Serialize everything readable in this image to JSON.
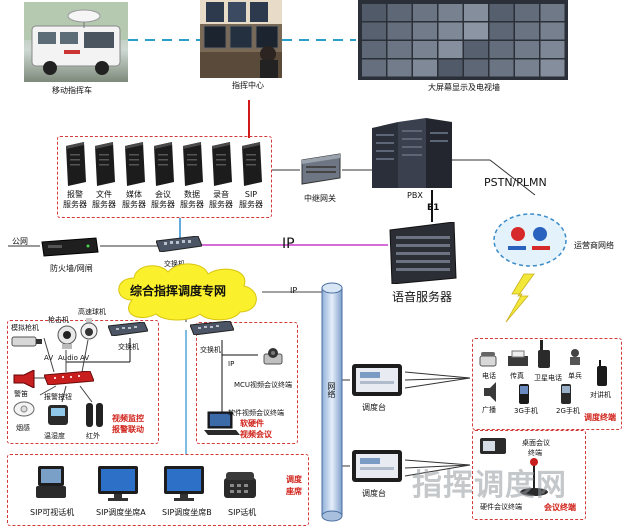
{
  "top": {
    "vehicle_caption": "移动指挥车",
    "command_caption": "指挥中心",
    "wall_caption": "大屏幕显示及电视墙"
  },
  "servers": [
    {
      "line1": "报警",
      "line2": "服务器"
    },
    {
      "line1": "文件",
      "line2": "服务器"
    },
    {
      "line1": "媒体",
      "line2": "服务器"
    },
    {
      "line1": "会议",
      "line2": "服务器"
    },
    {
      "line1": "数据",
      "line2": "服务器"
    },
    {
      "line1": "录音",
      "line2": "服务器"
    },
    {
      "line1": "SIP",
      "line2": "服务器"
    }
  ],
  "middle": {
    "trunk_gateway": "中继网关",
    "pbx": "PBX",
    "e1": "E1",
    "pstn": "PSTN/PLMN",
    "carrier_network": "运营商网络",
    "public_network": "公网",
    "firewall": "防火墙/网闸",
    "switch": "交换机",
    "ip_label": "IP",
    "voice_server": "语音服务器",
    "core_network": "综合指挥调度专网",
    "ip_label_small": "IP"
  },
  "video": {
    "analog_camera": "模拟枪机",
    "gun_camera": "枪击机",
    "dome_camera": "高速球机",
    "av": "AV",
    "audio": "Audio",
    "av2": "AV",
    "alarm": "警笛",
    "panic_button": "报警按钮",
    "smoke": "烟感",
    "temperature": "温湿度",
    "infrared": "红外",
    "switch": "交换机",
    "section_line1": "视频监控",
    "section_line2": "报警联动"
  },
  "conference": {
    "switch": "交换机",
    "ip": "IP",
    "mcu_terminal": "MCU视频会议终端",
    "soft_terminal": "软件视频会议终端",
    "section_line1": "软硬件",
    "section_line2": "视频会议"
  },
  "center": {
    "network": "网络",
    "console1": "调度台",
    "console2": "调度台"
  },
  "terminals": {
    "phone": "电话",
    "fax": "传真",
    "satellite_phone": "卫星电话",
    "walkie_single": "单兵",
    "intercom": "对讲机",
    "broadcast": "广播",
    "mobile_3g": "3G手机",
    "mobile_2g": "2G手机",
    "section": "调度终端"
  },
  "meeting": {
    "desktop_terminal_line1": "桌面会议",
    "desktop_terminal_line2": "终端",
    "hardware_terminal": "硬件会议终端",
    "section": "会议终端"
  },
  "seats": {
    "sip_video_phone": "SIP可视话机",
    "sip_seat_a": "SIP调度坐席A",
    "sip_seat_b": "SIP调度坐席B",
    "sip_phone": "SIP话机",
    "section_line1": "调度",
    "section_line2": "座席"
  },
  "watermark": "指挥调度网"
}
